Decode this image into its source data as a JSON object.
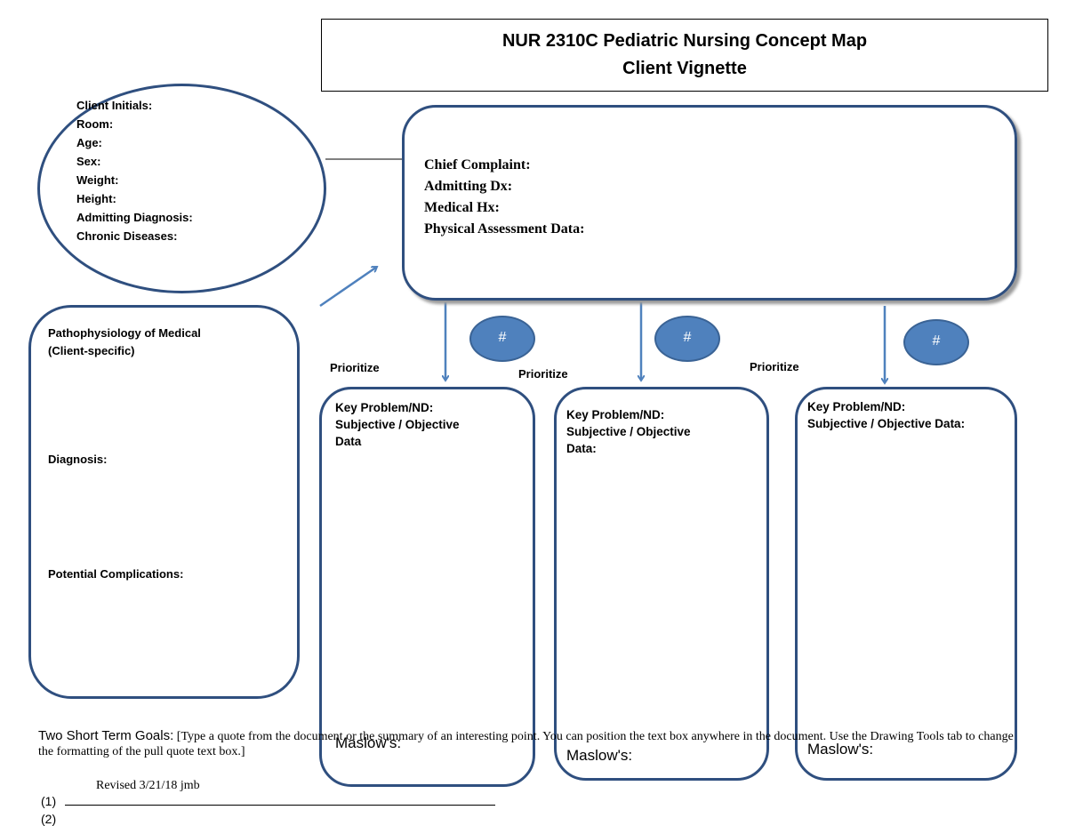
{
  "title": {
    "line1": "NUR 2310C Pediatric Nursing Concept Map",
    "line2": "Client Vignette"
  },
  "client_info": [
    "Client Initials:",
    "Room:",
    "Age:",
    "Sex:",
    "Weight:",
    "Height:",
    "Admitting Diagnosis:",
    "Chronic Diseases:"
  ],
  "chief_box": [
    "Chief Complaint:",
    "Admitting Dx:",
    "Medical Hx:",
    "Physical Assessment Data:"
  ],
  "patho_box": {
    "heading_line1": "Pathophysiology of Medical",
    "heading_line2": "(Client-specific)",
    "diagnosis": "Diagnosis:",
    "complications": "Potential Complications:"
  },
  "priority_label": "Prioritize",
  "badge_label": "#",
  "maslow_label": "Maslow's:",
  "problems": [
    {
      "line1": "Key Problem/ND:",
      "line2": "Subjective / Objective",
      "line3": "Data"
    },
    {
      "line1": "Key Problem/ND:",
      "line2": "Subjective / Objective",
      "line3": "Data:"
    },
    {
      "line1": "Key Problem/ND:",
      "line2": "Subjective / Objective Data:",
      "line3": ""
    }
  ],
  "goals": {
    "heading": "Two  Short Term Goals:",
    "placeholder": " [Type a quote from the document or the summary of an interesting point. You can position the text box anywhere in the document. Use the Drawing Tools tab to change the formatting of the pull quote text box.]",
    "item1": "(1)",
    "item2": "(2)",
    "revised": "Revised 3/21/18 jmb"
  },
  "colors": {
    "box_border": "#2f4f7f",
    "arrow": "#4f81bd",
    "badge_fill": "#4f81bd"
  }
}
